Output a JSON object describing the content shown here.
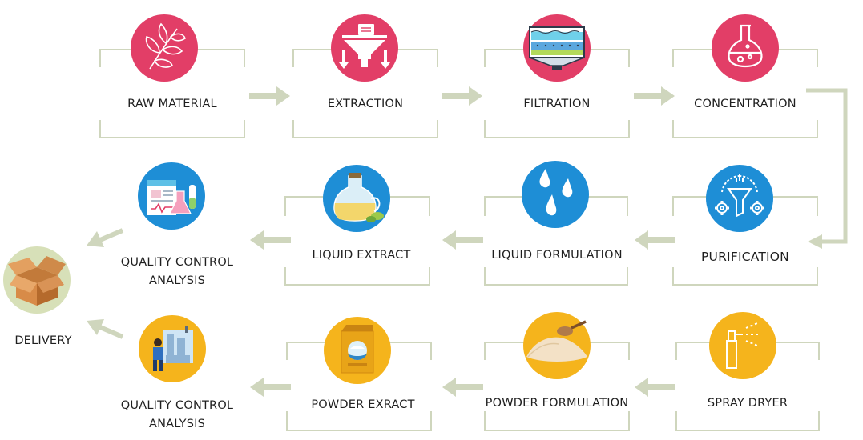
{
  "steps": {
    "raw_material": "RAW MATERIAL",
    "extraction": "EXTRACTION",
    "filtration": "FILTRATION",
    "concentration": "CONCENTRATION",
    "purification": "PURIFICATION",
    "liquid_formulation": "LIQUID FORMULATION",
    "liquid_extract": "LIQUID EXTRACT",
    "qc_liquid": [
      "QUALITY CONTROL",
      "ANALYSIS"
    ],
    "spray_dryer": "SPRAY DRYER",
    "powder_formulation": "POWDER FORMULATION",
    "powder_extract": "POWDER EXRACT",
    "qc_powder": [
      "QUALITY CONTROL",
      "ANALYSIS"
    ],
    "delivery": "DELIVERY"
  },
  "colors": {
    "row1_icon_bg": "#e23e67",
    "row2_icon_bg": "#1e8ed6",
    "row3_icon_bg": "#f5b41c",
    "delivery_icon_bg": "#d7e0b8",
    "bracket": "#cfd6bd",
    "arrow": "#cfd6bd",
    "text": "#1f1f1f"
  },
  "icons": {
    "raw_material": "leaf-branch-icon",
    "extraction": "funnel-press-icon",
    "filtration": "filter-tank-icon",
    "concentration": "flask-icon",
    "purification": "funnel-gears-icon",
    "liquid_formulation": "water-drops-icon",
    "liquid_extract": "oil-bottle-icon",
    "qc_liquid": "lab-analysis-icon",
    "spray_dryer": "spray-bottle-icon",
    "powder_formulation": "powder-spoon-icon",
    "powder_extract": "powder-bag-icon",
    "qc_powder": "lab-worker-icon",
    "delivery": "cardboard-box-icon"
  }
}
